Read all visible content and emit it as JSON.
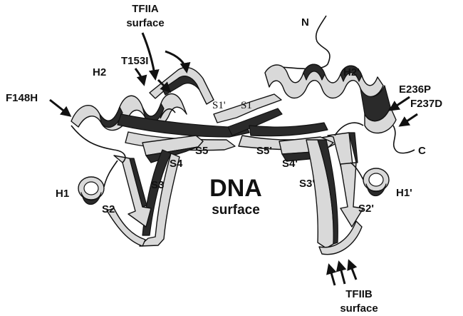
{
  "labels": {
    "tfiia_line1": "TFIIA",
    "tfiia_line2": "surface",
    "n_terminus": "N",
    "h2": "H2",
    "t153i": "T153I",
    "h2_prime": "H2'",
    "e236p": "E236P",
    "f237d": "F237D",
    "f148h": "F148H",
    "s1_prime": "S1'",
    "s1": "S1",
    "s5": "S5",
    "s5_prime": "S5'",
    "c_terminus": "C",
    "s4": "S4",
    "s4_prime": "S4'",
    "h1": "H1",
    "s3": "S3",
    "dna": "DNA",
    "dna_surface": "surface",
    "s3_prime": "S3'",
    "h1_prime": "H1'",
    "s2": "S2",
    "s2_prime": "S2'",
    "tfiib_line1": "TFIIB",
    "tfiib_line2": "surface"
  }
}
